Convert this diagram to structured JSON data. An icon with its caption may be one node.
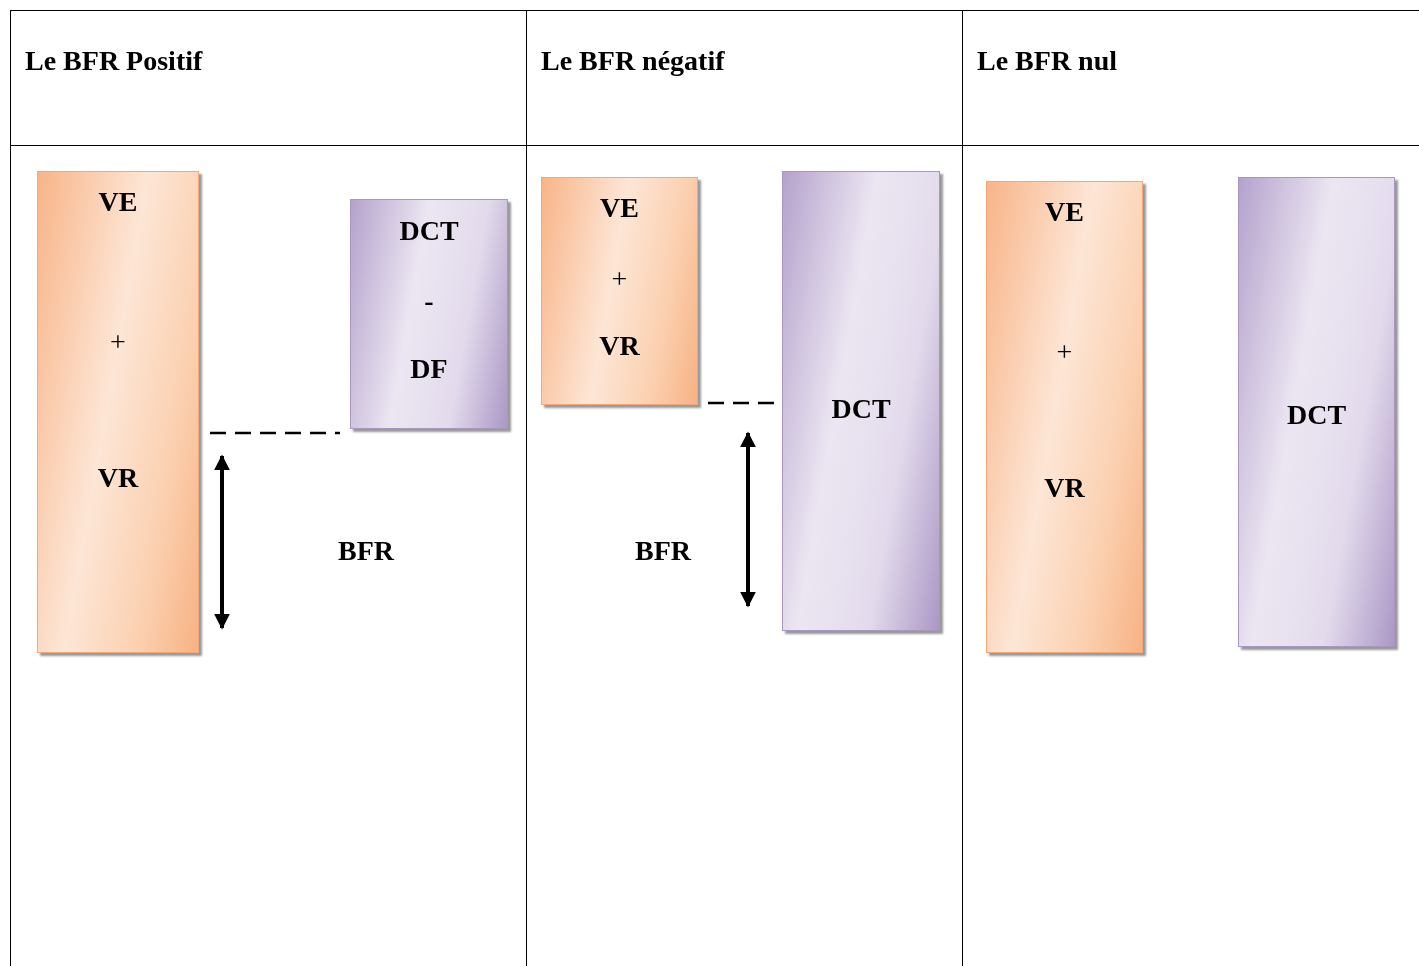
{
  "diagram": {
    "nodes": [
      {
        "text": [
          "VE",
          "+",
          "VR"
        ]
      },
      {
        "text": [
          "DCT",
          "-",
          "DF"
        ]
      },
      {
        "text": [
          "VE",
          "+",
          "VR"
        ]
      },
      {
        "text": [
          "DCT"
        ]
      },
      {
        "text": [
          "VE",
          "+",
          "VR"
        ]
      },
      {
        "text": [
          "DCT"
        ]
      }
    ],
    "labels": [
      "Le BFR Positif",
      "Le BFR négatif",
      "Le BFR nul",
      "BFR",
      "BFR"
    ]
  }
}
